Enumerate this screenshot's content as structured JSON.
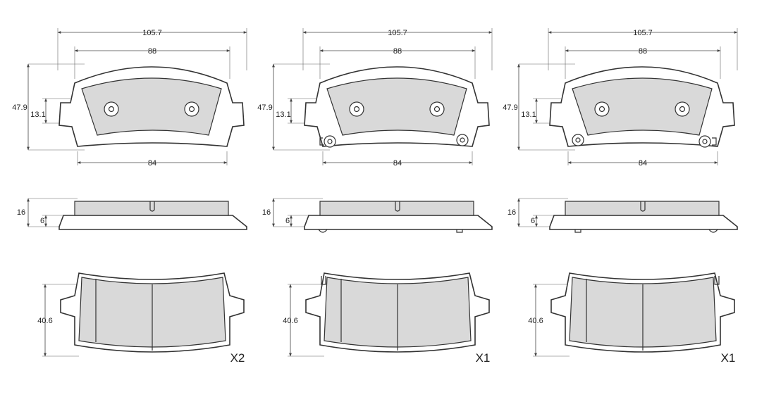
{
  "pads": [
    {
      "width_overall": "105.7",
      "width_top": "88",
      "height_overall": "47.9",
      "hole_height": "13.1",
      "width_bottom": "84",
      "thickness_total": "16",
      "thickness_backing": "6",
      "pad_height": "40.6",
      "quantity": "X2",
      "wear_clip": "none"
    },
    {
      "width_overall": "105.7",
      "width_top": "88",
      "height_overall": "47.9",
      "hole_height": "13.1",
      "width_bottom": "84",
      "thickness_total": "16",
      "thickness_backing": "6",
      "pad_height": "40.6",
      "quantity": "X1",
      "wear_clip": "left"
    },
    {
      "width_overall": "105.7",
      "width_top": "88",
      "height_overall": "47.9",
      "hole_height": "13.1",
      "width_bottom": "84",
      "thickness_total": "16",
      "thickness_backing": "6",
      "pad_height": "40.6",
      "quantity": "X1",
      "wear_clip": "right"
    }
  ]
}
